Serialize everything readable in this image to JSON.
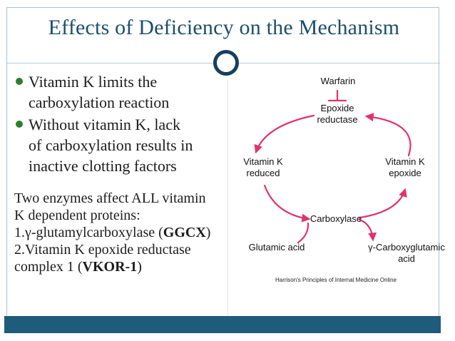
{
  "slide": {
    "title": "Effects of Deficiency on the Mechanism",
    "bullets": [
      "Vitamin K limits the\ncarboxylation reaction",
      "Without vitamin K, lack\nof carboxylation results in\ninactive clotting factors"
    ],
    "enzymes": {
      "intro": "Two enzymes affect ALL vitamin\nK dependent proteins:",
      "item1_prefix": "1.γ-glutamylcarboxylase (",
      "item1_bold": "GGCX",
      "item1_suffix": ")",
      "item2_prefix": "2.Vitamin K epoxide reductase\ncomplex 1 (",
      "item2_bold": "VKOR-1",
      "item2_suffix": ")"
    }
  },
  "diagram": {
    "warfarin": "Warfarin",
    "epoxide_reductase": "Epoxide\nreductase",
    "vitamin_k_reduced": "Vitamin K\nreduced",
    "vitamin_k_epoxide": "Vitamin K\nepoxide",
    "carboxylase": "Carboxylase",
    "glutamic_acid": "Glutamic acid",
    "gamma_carboxyglutamic_acid": "γ-Carboxyglutamic\nacid",
    "caption": "Harrison's Principles of Internal Medicine Online",
    "arrow_color": "#e0336d"
  },
  "colors": {
    "title_text": "#1d4e6b",
    "accent_bar": "#1f5b7a",
    "slide_border": "#a9c0d2",
    "bullet_dot": "#2d7f2d",
    "circle_ornament": "#173f5f"
  }
}
